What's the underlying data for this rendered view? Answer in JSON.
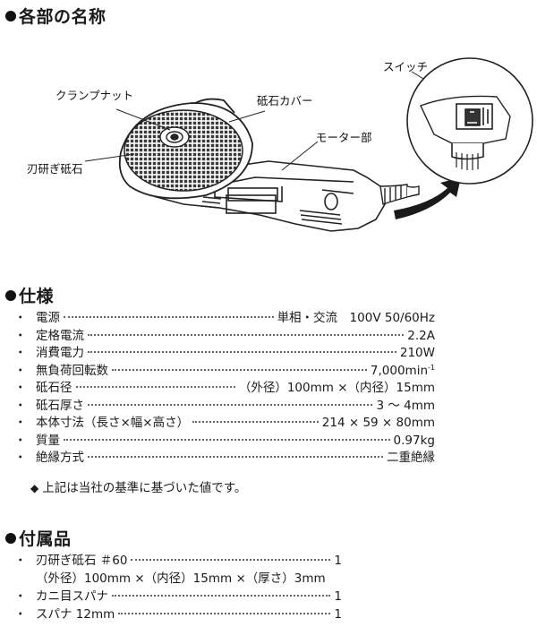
{
  "parts": {
    "heading": "各部の名称",
    "labels": {
      "clamp_nut": "クランプナット",
      "grinding_wheel": "刃研ぎ砥石",
      "wheel_cover": "砥石カバー",
      "motor": "モーター部",
      "switch": "スイッチ"
    }
  },
  "specs": {
    "heading": "仕様",
    "rows": [
      {
        "name": "電源",
        "value": "単相・交流　100V 50/60Hz"
      },
      {
        "name": "定格電流",
        "value": "2.2A"
      },
      {
        "name": "消費電力",
        "value": "210W"
      },
      {
        "name": "無負荷回転数",
        "value": "7,000min",
        "sup": "-1"
      },
      {
        "name": "砥石径",
        "value": "（外径）100mm ×（内径）15mm"
      },
      {
        "name": "砥石厚さ",
        "value": "3 ～ 4mm"
      },
      {
        "name": "本体寸法（長さ×幅×高さ）",
        "value": "214 × 59 × 80mm"
      },
      {
        "name": "質量",
        "value": "0.97kg"
      },
      {
        "name": "絶縁方式",
        "value": "二重絶縁"
      }
    ],
    "note": "上記は当社の基準に基づいた値です。"
  },
  "accessories": {
    "heading": "付属品",
    "items": [
      {
        "name": "刃研ぎ砥石 ＃60",
        "value": "1",
        "sub": "（外径）100mm ×（内径）15mm ×（厚さ）3mm"
      },
      {
        "name": "カニ目スパナ",
        "value": "1"
      },
      {
        "name": "スパナ 12mm",
        "value": "1"
      }
    ]
  },
  "colors": {
    "text": "#1a1a1a",
    "background": "#ffffff",
    "arrow": "#1a1a1a"
  }
}
